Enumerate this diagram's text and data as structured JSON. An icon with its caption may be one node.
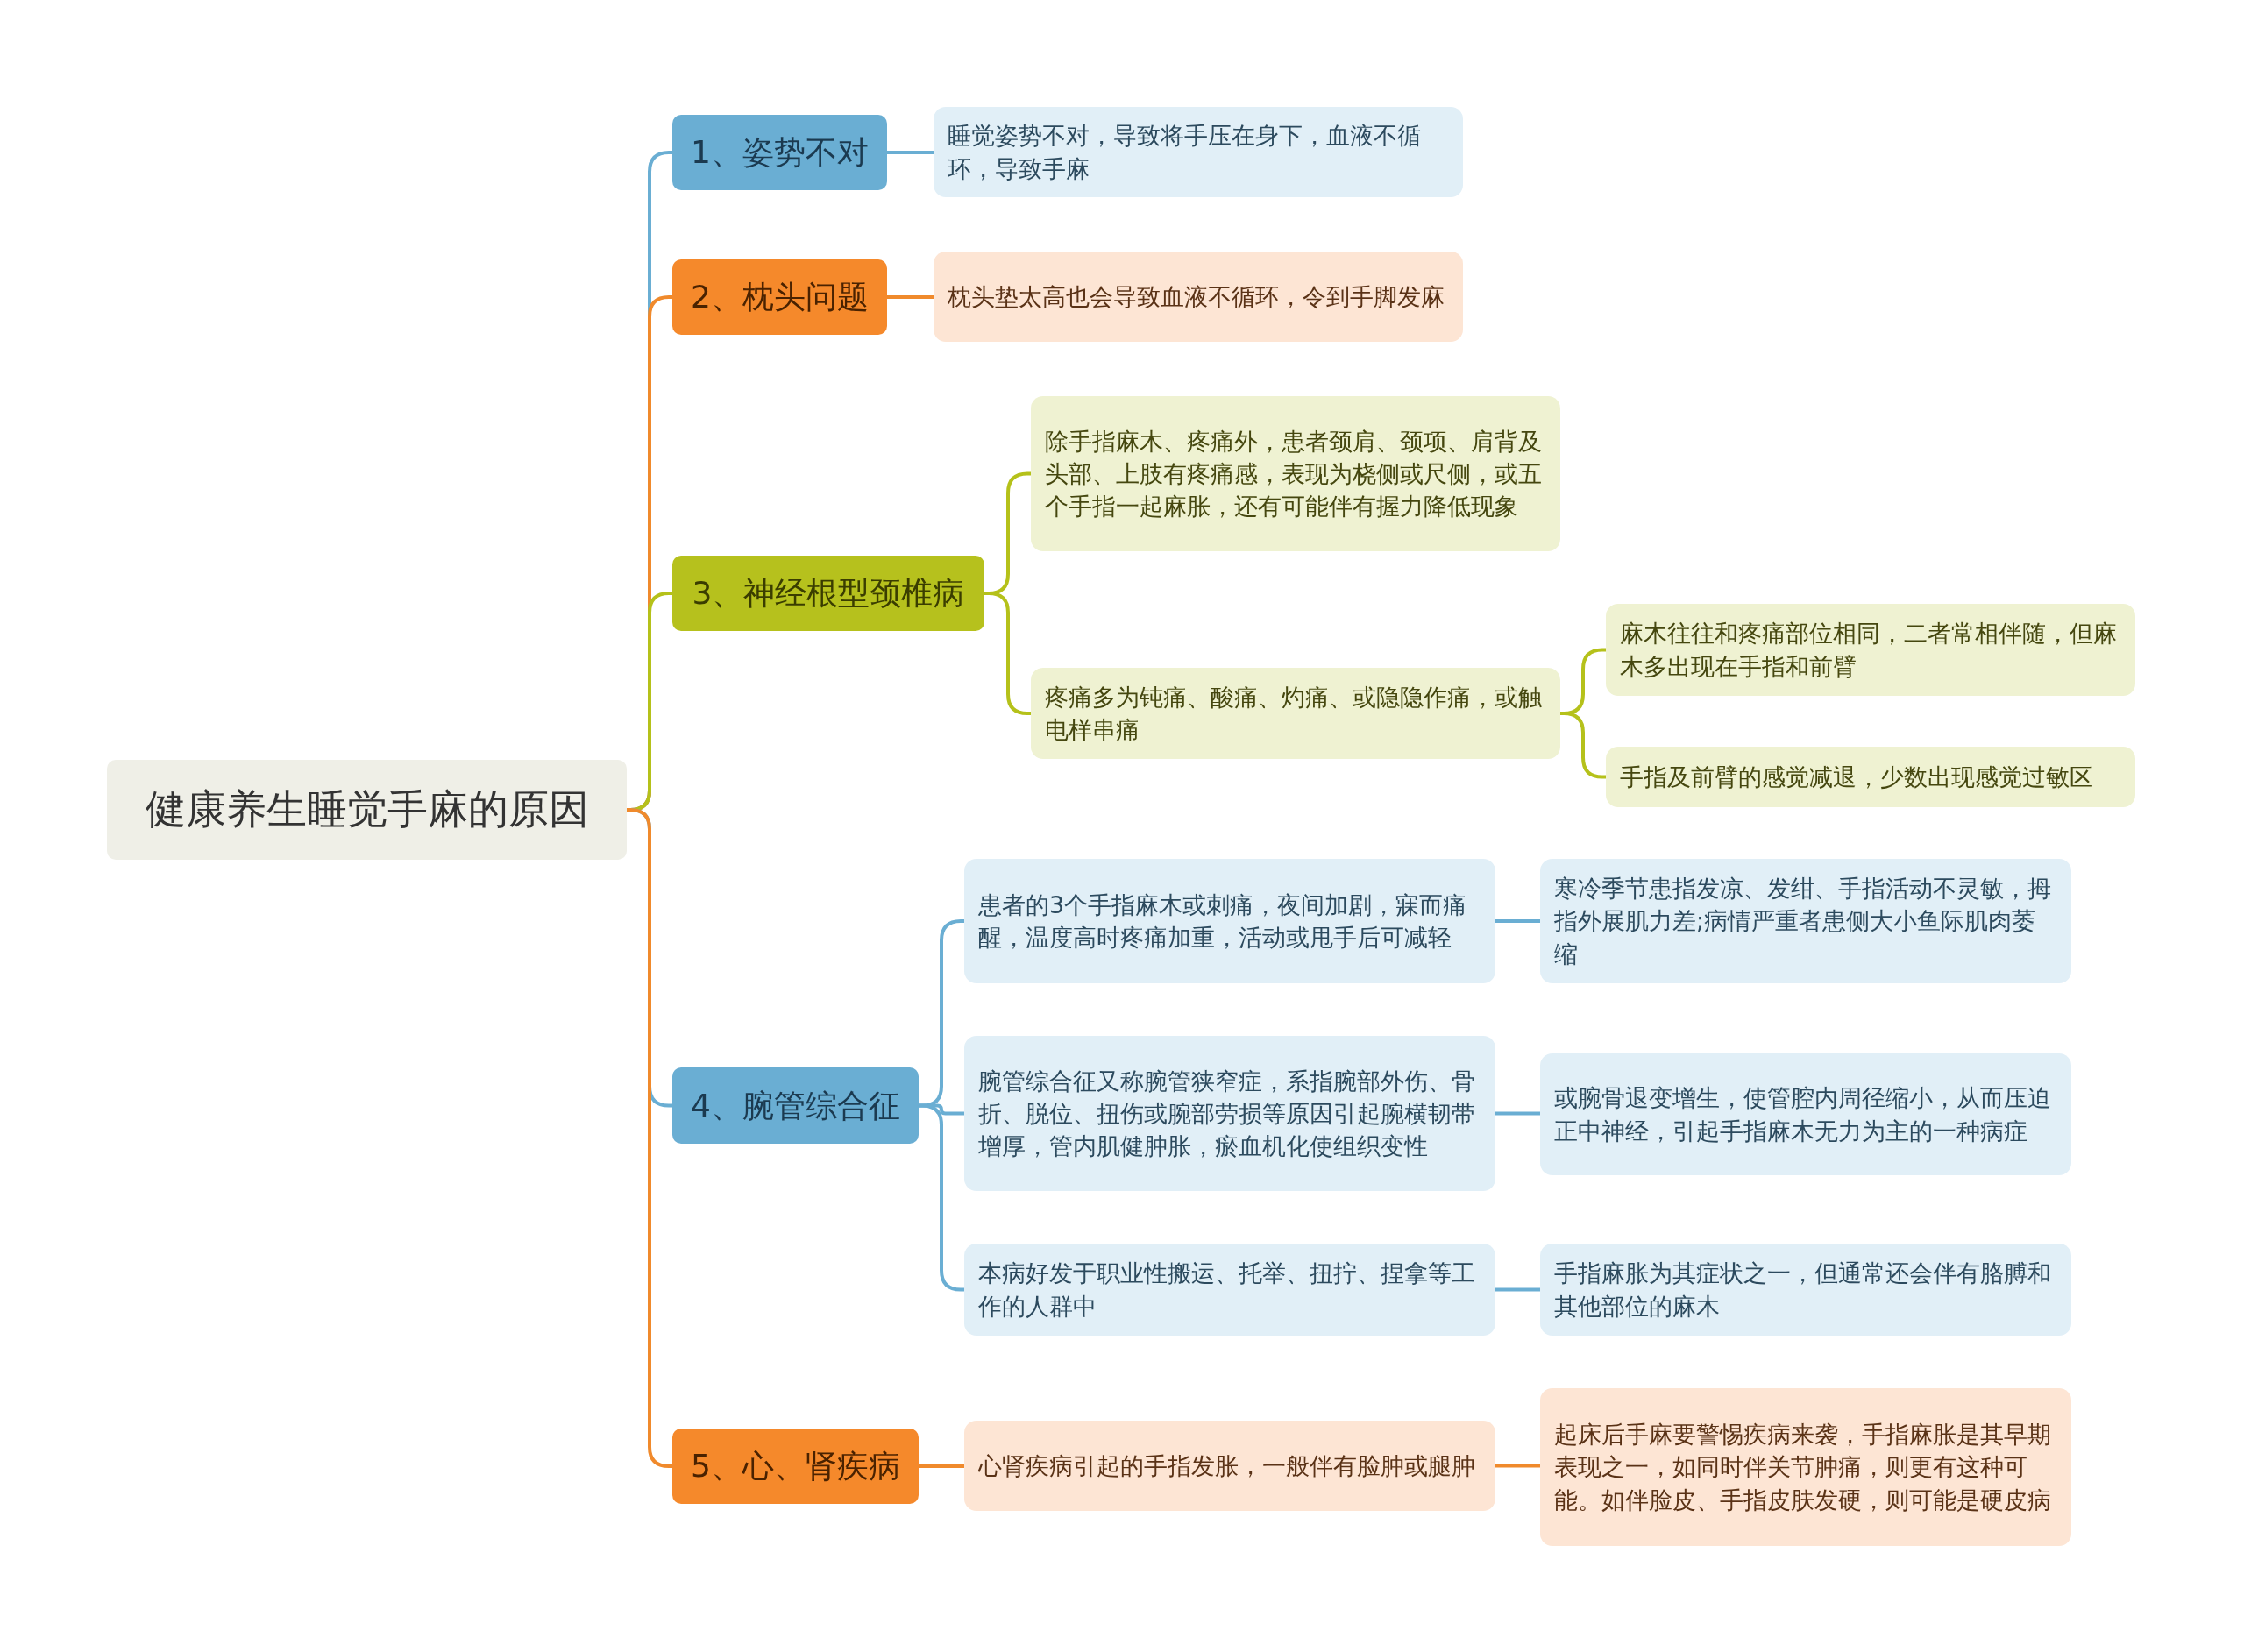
{
  "diagram": {
    "nodes": [
      {
        "text": [
          "健康养生睡觉手麻的原因"
        ]
      },
      {
        "text": [
          "1、姿势不对"
        ]
      },
      {
        "text": [
          "睡觉姿势不对，导致将手压在身下，血液不循环，导致手麻"
        ]
      },
      {
        "text": [
          "2、枕头问题"
        ]
      },
      {
        "text": [
          "枕头垫太高也会导致血液不循环，令到手脚发麻"
        ]
      },
      {
        "text": [
          "3、神经根型颈椎病"
        ]
      },
      {
        "text": [
          "除手指麻木、疼痛外，患者颈肩、颈项、肩背及头部、上肢有疼痛感，表现为桡侧或尺侧，或五个手指一起麻胀，还有可能伴有握力降低现象"
        ]
      },
      {
        "text": [
          "疼痛多为钝痛、酸痛、灼痛、或隐隐作痛，或触电样串痛"
        ]
      },
      {
        "text": [
          "麻木往往和疼痛部位相同，二者常相伴随，但麻木多出现在手指和前臂"
        ]
      },
      {
        "text": [
          "手指及前臂的感觉减退，少数出现感觉过敏区"
        ]
      },
      {
        "text": [
          "4、腕管综合征"
        ]
      },
      {
        "text": [
          "患者的3个手指麻木或刺痛，夜间加剧，寐而痛醒，温度高时疼痛加重，活动或甩手后可减轻"
        ]
      },
      {
        "text": [
          "寒冷季节患指发凉、发绀、手指活动不灵敏，拇指外展肌力差;病情严重者患侧大小鱼际肌肉萎缩"
        ]
      },
      {
        "text": [
          "腕管综合征又称腕管狭窄症，系指腕部外伤、骨折、脱位、扭伤或腕部劳损等原因引起腕横韧带增厚，管内肌健肿胀，瘀血机化使组织变性"
        ]
      },
      {
        "text": [
          "或腕骨退变增生，使管腔内周径缩小，从而压迫正中神经，引起手指麻木无力为主的一种病症"
        ]
      },
      {
        "text": [
          "本病好发于职业性搬运、托举、扭拧、捏拿等工作的人群中"
        ]
      },
      {
        "text": [
          "手指麻胀为其症状之一，但通常还会伴有胳膊和其他部位的麻木"
        ]
      },
      {
        "text": [
          "5、心、肾疾病"
        ]
      },
      {
        "text": [
          "心肾疾病引起的手指发胀，一般伴有脸肿或腿肿"
        ]
      },
      {
        "text": [
          "起床后手麻要警惕疾病来袭，手指麻胀是其早期表现之一，如同时伴关节肿痛，则更有这种可能。如伴脸皮、手指皮肤发硬，则可能是硬皮病"
        ]
      }
    ],
    "edges": [
      {
        "from": 0,
        "to": 1,
        "arrow": "none"
      },
      {
        "from": 1,
        "to": 2,
        "arrow": "none"
      },
      {
        "from": 0,
        "to": 3,
        "arrow": "none",
        "color": "#f08a2c"
      },
      {
        "from": 3,
        "to": 4,
        "arrow": "none",
        "color": "#f08a2c"
      },
      {
        "from": 0,
        "to": 5,
        "arrow": "none",
        "color": "#b5c11a"
      },
      {
        "from": 5,
        "to": 6,
        "arrow": "none",
        "color": "#b5c11a"
      },
      {
        "from": 5,
        "to": 7,
        "arrow": "none",
        "color": "#b5c11a"
      },
      {
        "from": 7,
        "to": 8,
        "arrow": "none",
        "color": "#b5c11a"
      },
      {
        "from": 7,
        "to": 9,
        "arrow": "none",
        "color": "#b5c11a"
      },
      {
        "from": 0,
        "to": 10,
        "arrow": "none"
      },
      {
        "from": 10,
        "to": 11,
        "arrow": "none"
      },
      {
        "from": 11,
        "to": 12,
        "arrow": "none"
      },
      {
        "from": 10,
        "to": 13,
        "arrow": "none"
      },
      {
        "from": 13,
        "to": 14,
        "arrow": "none"
      },
      {
        "from": 10,
        "to": 15,
        "arrow": "none"
      },
      {
        "from": 15,
        "to": 16,
        "arrow": "none"
      },
      {
        "from": 0,
        "to": 17,
        "arrow": "none",
        "color": "#f08a2c"
      },
      {
        "from": 17,
        "to": 18,
        "arrow": "none",
        "color": "#f08a2c"
      },
      {
        "from": 18,
        "to": 19,
        "arrow": "none",
        "color": "#f08a2c"
      }
    ]
  }
}
